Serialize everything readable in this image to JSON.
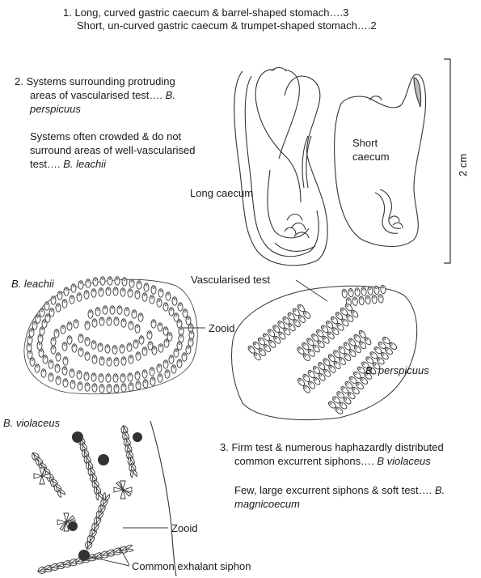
{
  "key": {
    "c1": {
      "number": "1.",
      "line1": "Long, curved gastric caecum & barrel-shaped stomach….3",
      "line2": "Short, un-curved gastric caecum & trumpet-shaped stomach….2"
    },
    "c2": {
      "number": "2.",
      "a_line1": "Systems surrounding protruding",
      "a_line2_pre": "areas of vascularised test….",
      "a_line2_it": "B.",
      "a_line3_it": "perspicuus",
      "b_line1": "Systems often crowded & do not",
      "b_line2": "surround areas of well-vascularised",
      "b_line3_pre": "test….",
      "b_line3_it": "B. leachii"
    },
    "c3": {
      "number": "3.",
      "a_line1": "Firm test & numerous haphazardly distributed",
      "a_line2_pre": "common excurrent siphons….",
      "a_line2_it": "B violaceus",
      "b_line1_pre": "Few, large excurrent siphons & soft test….",
      "b_line1_it": "B.",
      "b_line2_it": "magnicoecum"
    }
  },
  "labels": {
    "long_caecum": "Long caecum",
    "short_caecum_1": "Short",
    "short_caecum_2": "caecum",
    "scale": "2 cm",
    "leachii": "B. leachii",
    "zooid_1": "Zooid",
    "vascularised_test": "Vascularised test",
    "perspicuus": "B. perspicuus",
    "violaceus": "B. violaceus",
    "zooid_2": "Zooid",
    "common_exhalant_siphon": "Common exhalant siphon"
  },
  "colors": {
    "ink": "#1a1a1a",
    "line": "#333333",
    "siphon": "#333333",
    "shade": "#bbbbbb"
  }
}
